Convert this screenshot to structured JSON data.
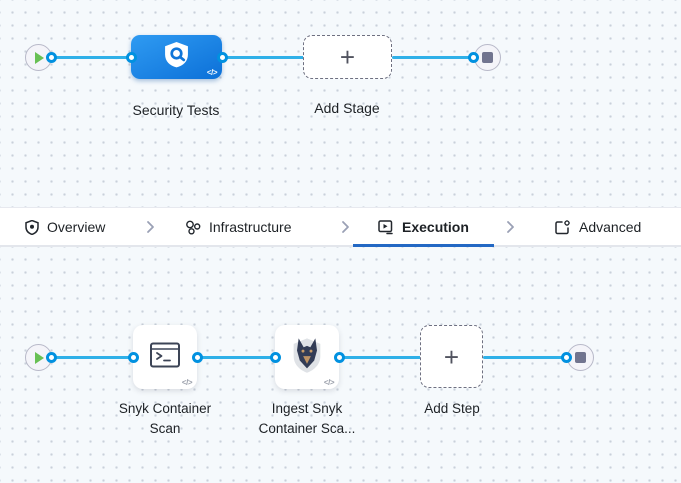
{
  "top_flow": {
    "stage_label": "Security Tests",
    "add_stage_label": "Add Stage",
    "plus_glyph": "+",
    "code_badge_glyph": "</>"
  },
  "tabs": {
    "overview": {
      "label": "Overview",
      "icon": "shield-icon",
      "active": false
    },
    "infrastructure": {
      "label": "Infrastructure",
      "icon": "infrastructure-icon",
      "active": false
    },
    "execution": {
      "label": "Execution",
      "icon": "execution-icon",
      "active": true
    },
    "advanced": {
      "label": "Advanced",
      "icon": "advanced-icon",
      "active": false
    },
    "separator_glyph": "›"
  },
  "bottom_flow": {
    "step1_label_line1": "Snyk Container",
    "step1_label_line2": "Scan",
    "step2_label_line1": "Ingest Snyk",
    "step2_label_line2": "Container Sca...",
    "add_step_label": "Add Step",
    "plus_glyph": "+",
    "code_badge_glyph": "</>"
  },
  "icons": {
    "start_node": "play-icon",
    "end_node": "stop-icon",
    "stage": "security-shield-icon",
    "step1": "terminal-run-icon",
    "step2": "snyk-dog-icon"
  },
  "colors": {
    "canvas_bg": "#f5f9fc",
    "grid_dot": "#c9d0da",
    "connector_blue": "#2fb0e8",
    "port_ring_blue": "#0191e0",
    "stage_gradient_start": "#2f9bf2",
    "stage_gradient_end": "#0c70d8",
    "active_tab_underline": "#2368c4",
    "play_green": "#68c054",
    "stop_gray": "#71748f",
    "node_fill": "#f4f4f9",
    "node_border": "#b8b9c9",
    "dashed_border": "#6e7081",
    "label_text": "#1d2125"
  }
}
